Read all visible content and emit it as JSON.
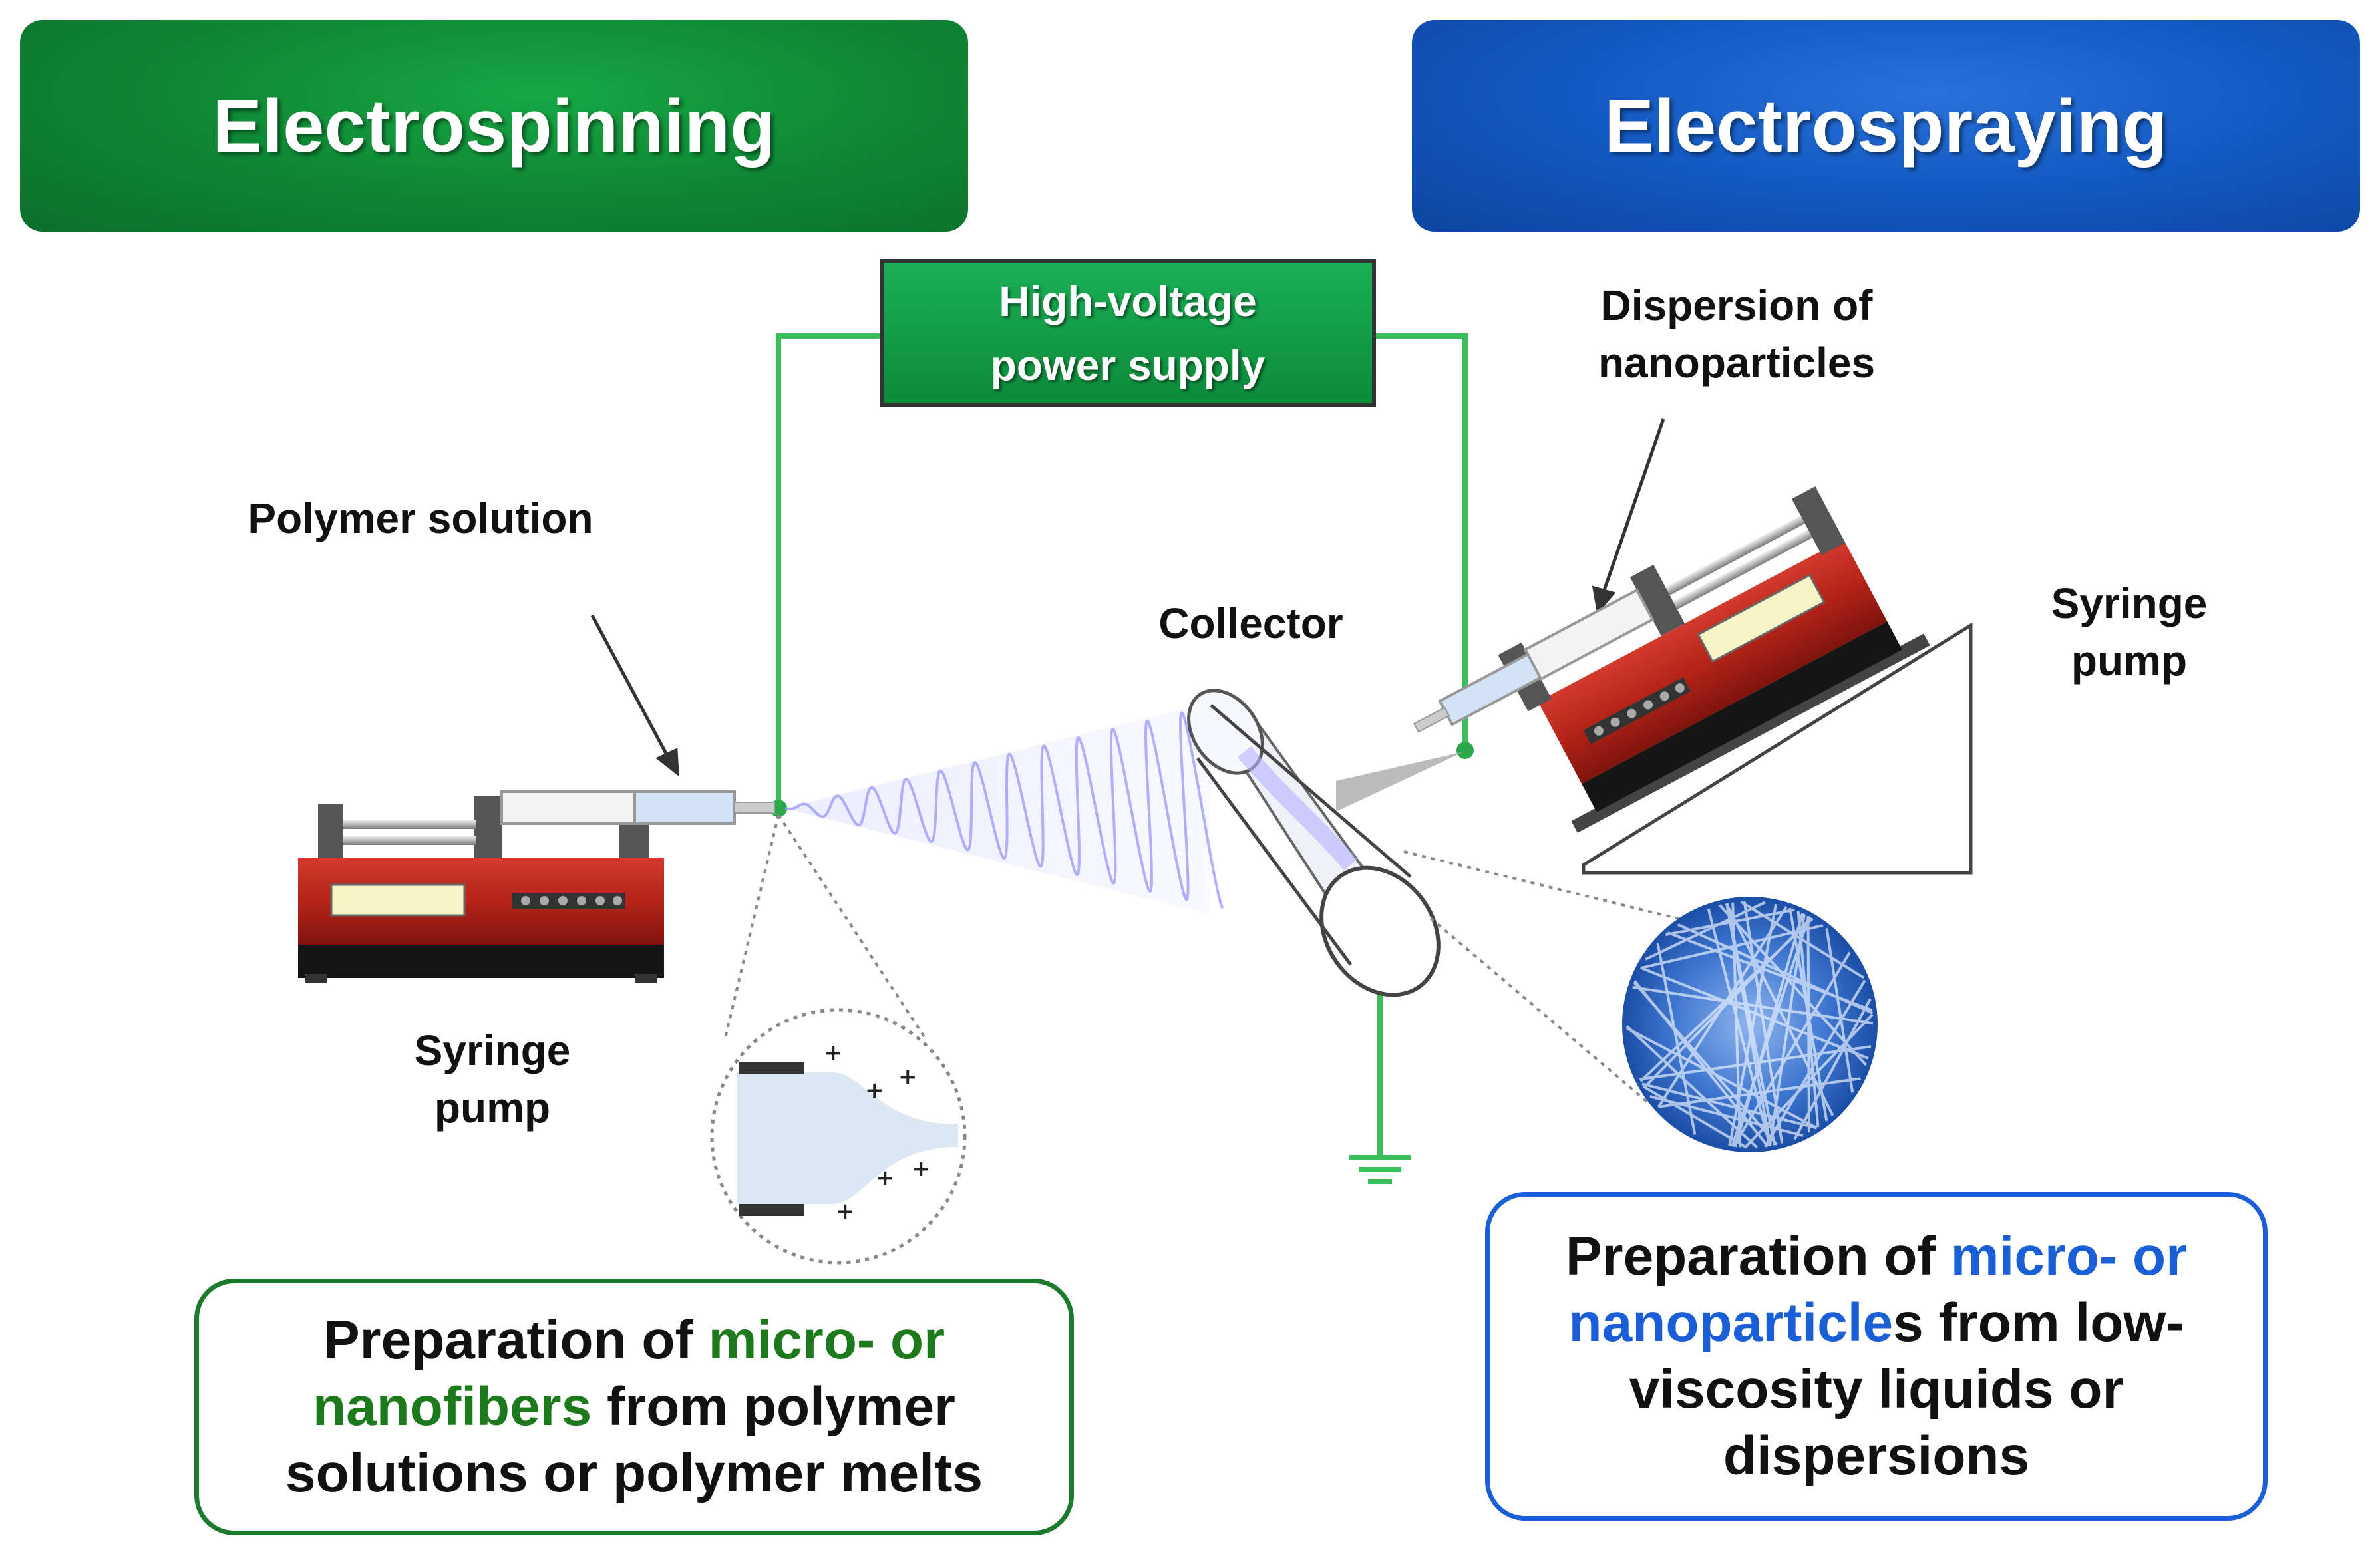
{
  "banners": {
    "left_title": "Electrospinning",
    "right_title": "Electrospraying"
  },
  "power_supply": {
    "line1": "High-voltage",
    "line2": "power supply"
  },
  "labels": {
    "polymer_solution": "Polymer solution",
    "dispersion_line1": "Dispersion of",
    "dispersion_line2": "nanoparticles",
    "collector": "Collector",
    "syringe_pump_left_line1": "Syringe",
    "syringe_pump_left_line2": "pump",
    "syringe_pump_right_line1": "Syringe",
    "syringe_pump_right_line2": "pump"
  },
  "left_box": {
    "prefix": "Preparation of ",
    "highlight1": "micro- or",
    "highlight2": "nanofibers",
    "suffix1": " from polymer",
    "line3": "solutions or polymer melts"
  },
  "right_box": {
    "prefix": "Preparation of ",
    "highlight1": "micro- or",
    "highlight2": "nanoparticle",
    "suffix1": "s from low-",
    "line3": "viscosity liquids or",
    "line4": "dispersions"
  },
  "colors": {
    "electrospinning_green": "#0f8a36",
    "electrospraying_blue": "#145bc4",
    "wire_green": "#3cbf5a",
    "pump_red": "#b32318"
  }
}
